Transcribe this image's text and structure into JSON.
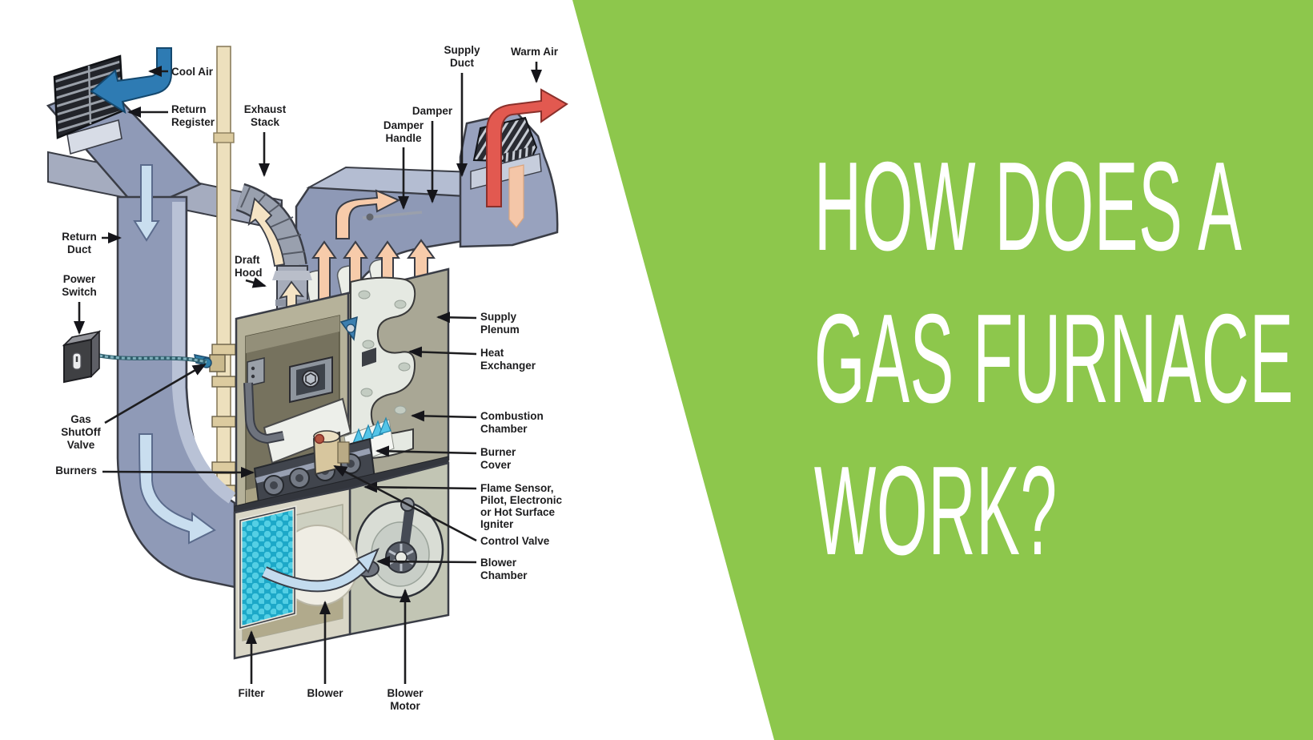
{
  "title": {
    "lines": [
      "HOW DOES A",
      "GAS FURNACE",
      "WORK?"
    ]
  },
  "colors": {
    "accent-green": "#8DC74C",
    "label-ink": "#1D1D1F",
    "duct-slate": "#8E99B6",
    "duct-light": "#B8C1D6",
    "cool-air-blue": "#2E7BB3",
    "air-light-blue": "#C9DEEF",
    "warm-air-pink": "#F7CBAA",
    "warm-air-red": "#E25950",
    "exhaust-cream": "#F5E3C4",
    "cabinet-tan": "#B6B29A",
    "filter-teal": "#2FB9D4"
  },
  "diagram": {
    "labels": {
      "cool_air": {
        "lines": [
          "Cool Air"
        ]
      },
      "return_register": {
        "lines": [
          "Return",
          "Register"
        ]
      },
      "exhaust_stack": {
        "lines": [
          "Exhaust",
          "Stack"
        ]
      },
      "supply_duct": {
        "lines": [
          "Supply",
          "Duct"
        ]
      },
      "warm_air": {
        "lines": [
          "Warm Air"
        ]
      },
      "damper": {
        "lines": [
          "Damper"
        ]
      },
      "damper_handle": {
        "lines": [
          "Damper",
          "Handle"
        ]
      },
      "return_duct": {
        "lines": [
          "Return",
          "Duct"
        ]
      },
      "power_switch": {
        "lines": [
          "Power",
          "Switch"
        ]
      },
      "draft_hood": {
        "lines": [
          "Draft",
          "Hood"
        ]
      },
      "gas_shutoff_valve": {
        "lines": [
          "Gas",
          "ShutOff",
          "Valve"
        ]
      },
      "burners": {
        "lines": [
          "Burners"
        ]
      },
      "supply_plenum": {
        "lines": [
          "Supply",
          "Plenum"
        ]
      },
      "heat_exchanger": {
        "lines": [
          "Heat",
          "Exchanger"
        ]
      },
      "combustion_chamber": {
        "lines": [
          "Combustion",
          "Chamber"
        ]
      },
      "burner_cover": {
        "lines": [
          "Burner",
          "Cover"
        ]
      },
      "flame_sensor_igniter": {
        "lines": [
          "Flame Sensor,",
          "Pilot, Electronic",
          "or Hot Surface",
          "Igniter"
        ]
      },
      "control_valve": {
        "lines": [
          "Control Valve"
        ]
      },
      "blower_chamber": {
        "lines": [
          "Blower",
          "Chamber"
        ]
      },
      "filter": {
        "lines": [
          "Filter"
        ]
      },
      "blower": {
        "lines": [
          "Blower"
        ]
      },
      "blower_motor": {
        "lines": [
          "Blower",
          "Motor"
        ]
      }
    }
  }
}
